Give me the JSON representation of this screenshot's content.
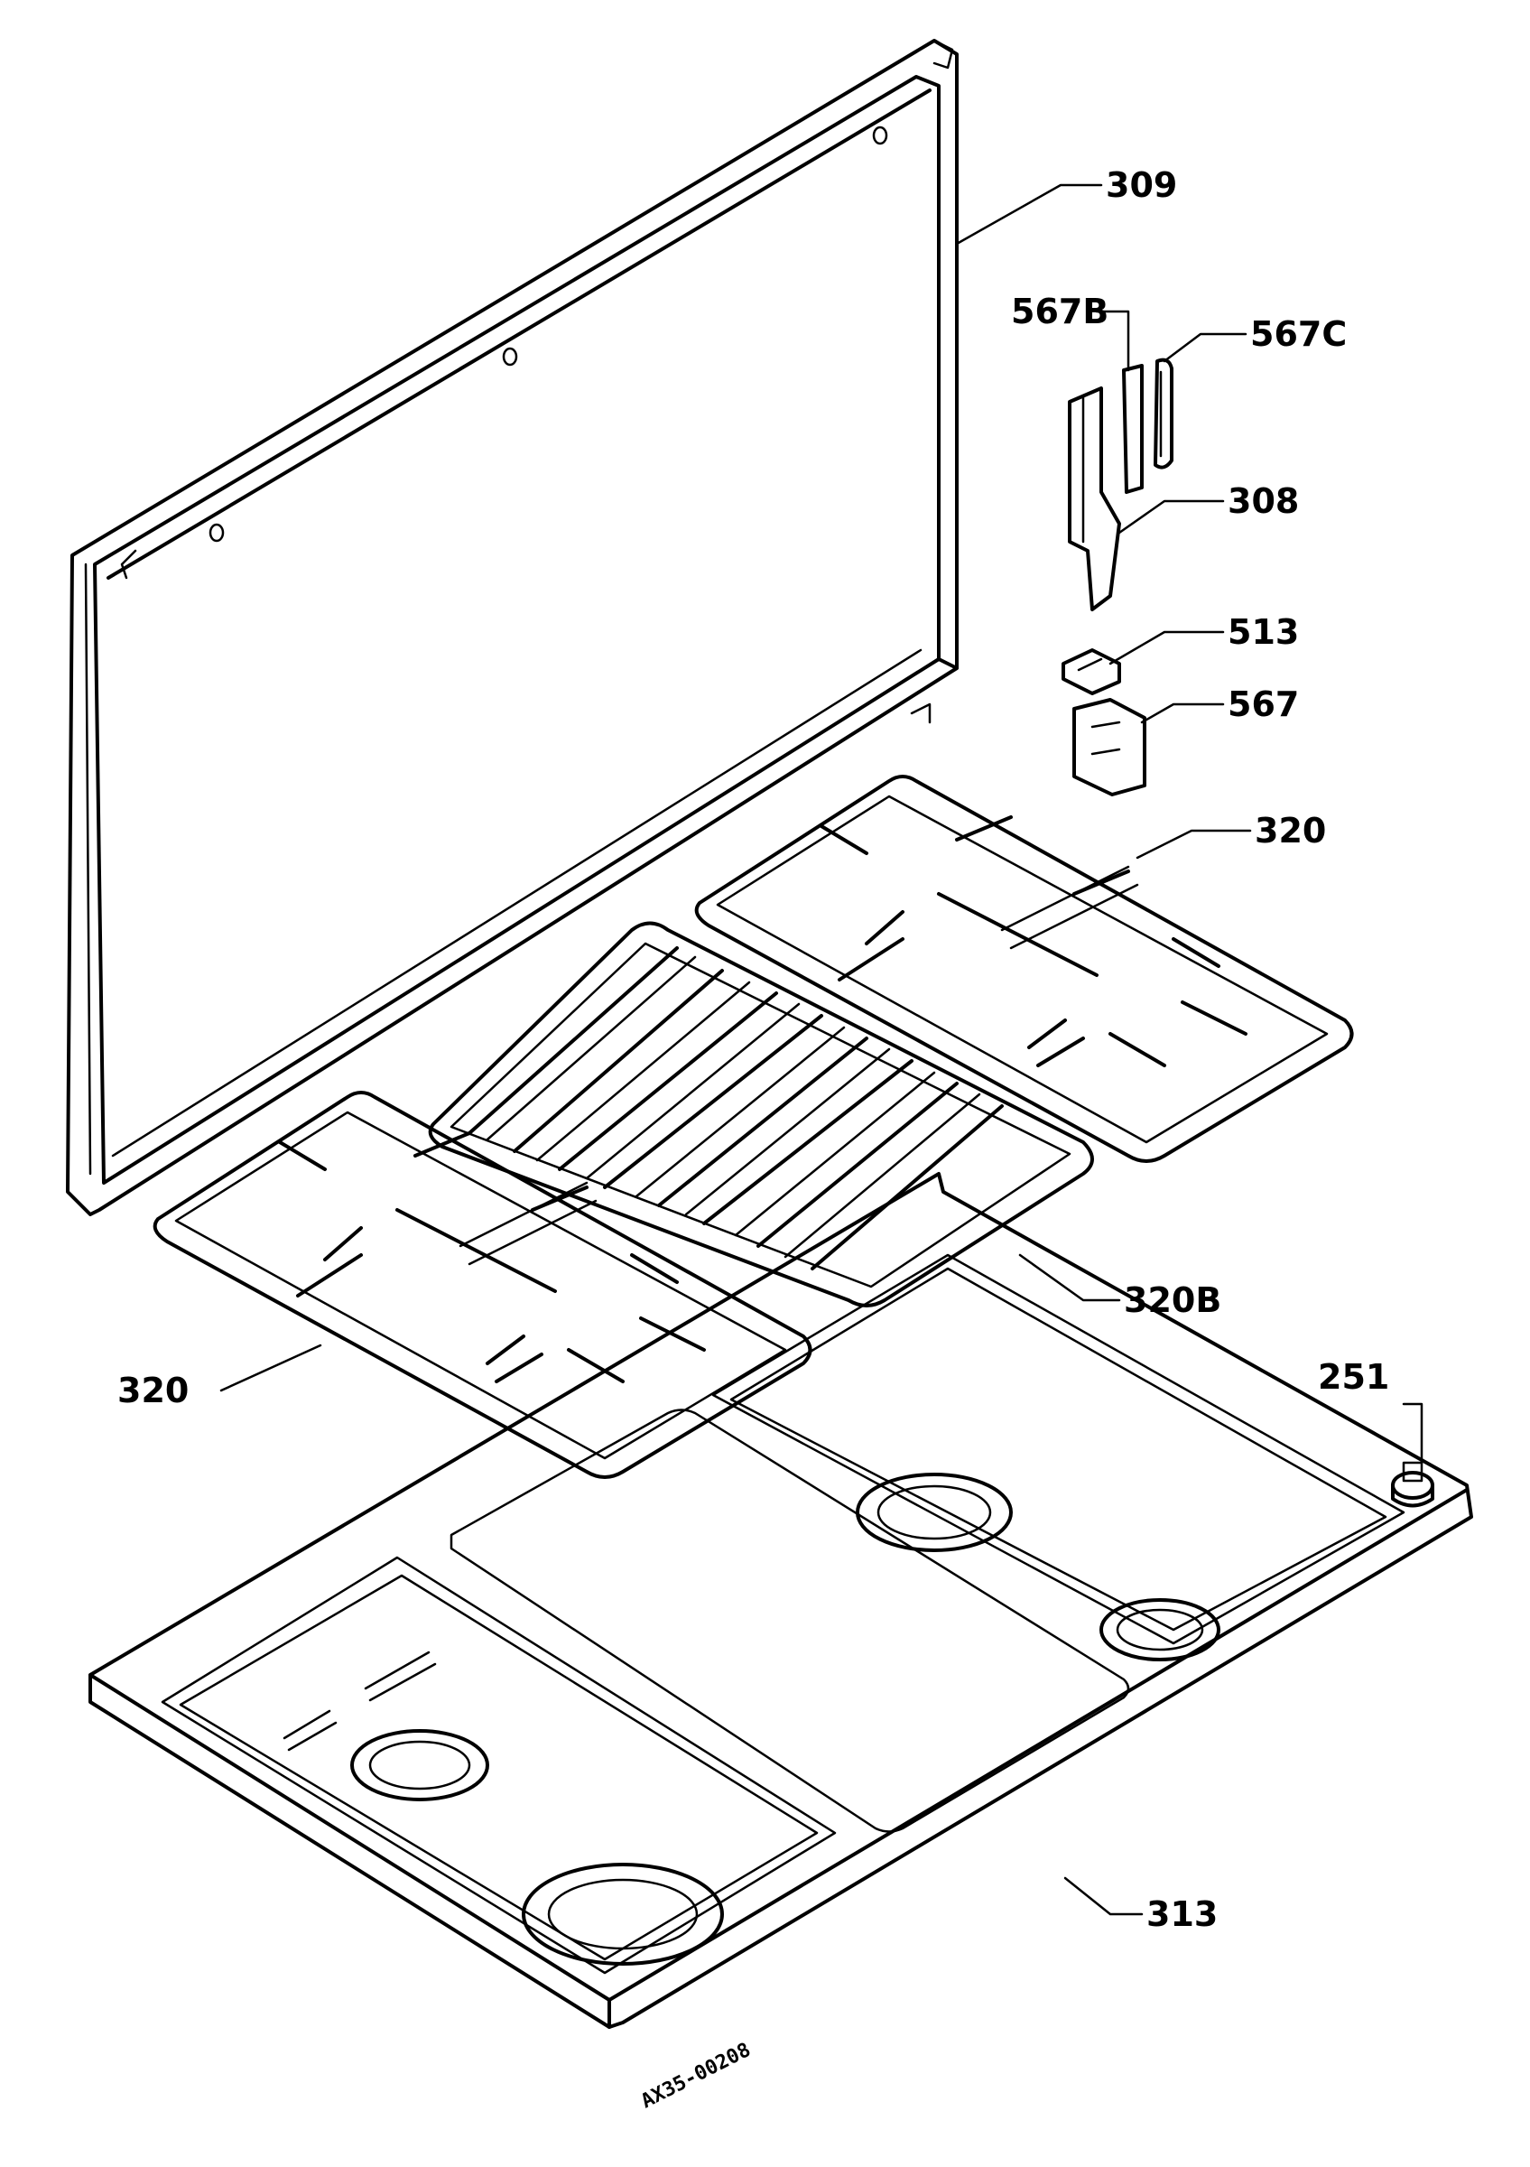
{
  "diagram": {
    "drawing_code": "AX35-00208",
    "parts": [
      {
        "id": "p309",
        "label": "309"
      },
      {
        "id": "p567b",
        "label": "567B"
      },
      {
        "id": "p567c",
        "label": "567C"
      },
      {
        "id": "p308",
        "label": "308"
      },
      {
        "id": "p513",
        "label": "513"
      },
      {
        "id": "p567",
        "label": "567"
      },
      {
        "id": "p320a",
        "label": "320"
      },
      {
        "id": "p320b",
        "label": "320B"
      },
      {
        "id": "p320c",
        "label": "320"
      },
      {
        "id": "p251",
        "label": "251"
      },
      {
        "id": "p313",
        "label": "313"
      }
    ]
  }
}
